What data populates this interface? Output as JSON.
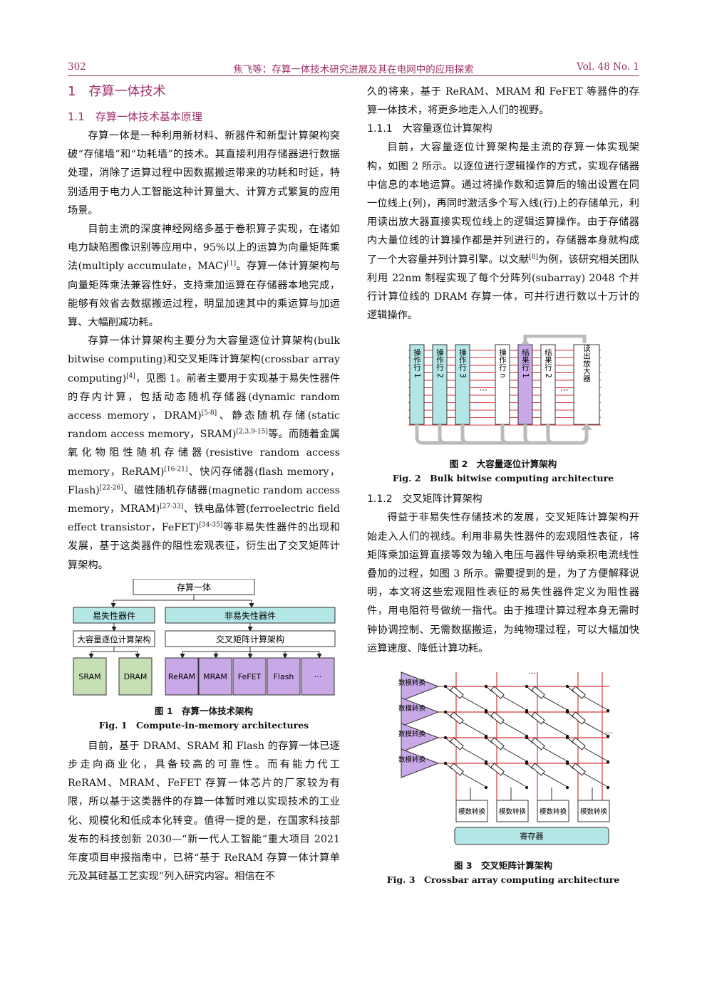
{
  "header": {
    "page_number": "302",
    "running_title": "焦飞等：存算一体技术研究进展及其在电网中的应用探索",
    "volume": "Vol. 48 No. 1"
  },
  "left": {
    "h1": "1　存算一体技术",
    "h2": "1.1　存算一体技术基本原理",
    "p1": "存算一体是一种利用新材料、新器件和新型计算架构突破“存储墙”和“功耗墙”的技术。其直接利用存储器进行数据处理，消除了运算过程中因数据搬运带来的功耗和时延，特别适用于电力人工智能这种计算量大、计算方式繁复的应用场景。",
    "p2a": "目前主流的深度神经网络多基于卷积算子实现，在诸如电力缺陷图像识别等应用中，95%以上的运算为向量矩阵乘法(multiply accumulate，MAC)",
    "p2ref": "[1]",
    "p2b": "。存算一体计算架构与向量矩阵乘法兼容性好，支持乘加运算在存储器本地完成，能够有效省去数据搬运过程，明显加速其中的乘运算与加运算、大幅削减功耗。",
    "p3": {
      "t1": "存算一体计算架构主要分为大容量逐位计算架构(bulk bitwise computing)和交叉矩阵计算架构(crossbar array computing)",
      "r1": "[4]",
      "t2": "，见图 1。前者主要用于实现基于易失性器件的存内计算，包括动态随机存储器(dynamic random access memory，DRAM)",
      "r2": "[5-8]",
      "t3": "、静态随机存储(static random access memory，SRAM)",
      "r3": "[2,3,9-15]",
      "t4": "等。而随着金属氧化物阻性随机存储器(resistive random access memory，ReRAM)",
      "r4": "[16-21]",
      "t5": "、快闪存储器(flash memory，Flash)",
      "r5": "[22-26]",
      "t6": "、磁性随机存储器(magnetic random access memory，MRAM)",
      "r6": "[27-33]",
      "t7": "、铁电晶体管(ferroelectric field effect transistor，FeFET)",
      "r7": "[34-35]",
      "t8": "等非易失性器件的出现和发展，基于这类器件的阻性宏观表征，衍生出了交叉矩阵计算架构。"
    },
    "fig1": {
      "root": "存算一体",
      "volatile": "易失性器件",
      "nonvolatile": "非易失性器件",
      "bulk": "大容量逐位计算架构",
      "crossbar": "交叉矩阵计算架构",
      "leaves": [
        "SRAM",
        "DRAM",
        "ReRAM",
        "MRAM",
        "FeFET",
        "Flash",
        "···"
      ],
      "caption_cn": "图 1　存算一体技术架构",
      "caption_en": "Fig. 1　Compute-in-memory architectures"
    },
    "p4": "目前，基于 DRAM、SRAM 和 Flash 的存算一体已逐步走向商业化，具备较高的可靠性。而有能力代工 ReRAM、MRAM、FeFET 存算一体芯片的厂家较为有限，所以基于这类器件的存算一体暂时难以实现技术的工业化、规模化和低成本化转变。值得一提的是，在国家科技部发布的科技创新 2030—“新一代人工智能”重大项目 2021 年度项目申报指南中，已将“基于 ReRAM 存算一体计算单元及其硅基工艺实现”列入研究内容。相信在不"
  },
  "right": {
    "p0": "久的将来，基于 ReRAM、MRAM 和 FeFET 等器件的存算一体技术，将更多地走入人们的视野。",
    "h3a": "1.1.1　大容量逐位计算架构",
    "p1a": "目前，大容量逐位计算架构是主流的存算一体实现架构，如图 2 所示。以逐位进行逻辑操作的方式，实现存储器中信息的本地运算。通过将操作数和运算后的输出设置在同一位线上(列)，再同时激活多个写入线(行)上的存储单元，利用读出放大器直接实现位线上的逻辑运算操作。由于存储器内大量位线的计算操作都是并列进行的，存储器本身就构成了一个大容量并列计算引擎。以文献",
    "p1ref": "[8]",
    "p1b": "为例，该研究相关团队利用 22nm 制程实现了每个分阵列(subarray) 2048 个并行计算位线的 DRAM 存算一体，可并行进行数以十万计的逻辑操作。",
    "fig2": {
      "bars": [
        "操作行 1",
        "操作行 2",
        "操作行 3",
        "操作行 n",
        "结果行 1",
        "结果行 2",
        "读出放大器"
      ],
      "dots": "···",
      "caption_cn": "图 2　大容量逐位计算架构",
      "caption_en": "Fig. 2　Bulk bitwise computing architecture"
    },
    "h3b": "1.1.2　交叉矩阵计算架构",
    "p2": "得益于非易失性存储技术的发展，交叉矩阵计算架构开始走入人们的视线。利用非易失性器件的宏观阻性表征，将矩阵乘加运算直接等效为输入电压与器件导纳乘积电流线性叠加的过程，如图 3 所示。需要提到的是，为了方便解释说明，本文将这些宏观阻性表征的易失性器件定义为阻性器件，用电阻符号做统一指代。由于推理计算过程本身无需时钟协调控制、无需数据搬运，为纯物理过程，可以大幅加快运算速度、降低计算功耗。",
    "fig3": {
      "dac": [
        "数模转换",
        "数模转换",
        "数模转换",
        "数模转换"
      ],
      "adc": [
        "模数转换",
        "模数转换",
        "模数转换",
        "模数转换"
      ],
      "reg": "寄存器",
      "dots": "...",
      "caption_cn": "图 3　交叉矩阵计算架构",
      "caption_en": "Fig. 3　Crossbar array computing architecture"
    }
  },
  "colors": {
    "accent": "#a0306a",
    "teal": "#b4e6e6",
    "green": "#c6dfb4",
    "purple": "#c8a8e6",
    "grid": "#d83838"
  }
}
